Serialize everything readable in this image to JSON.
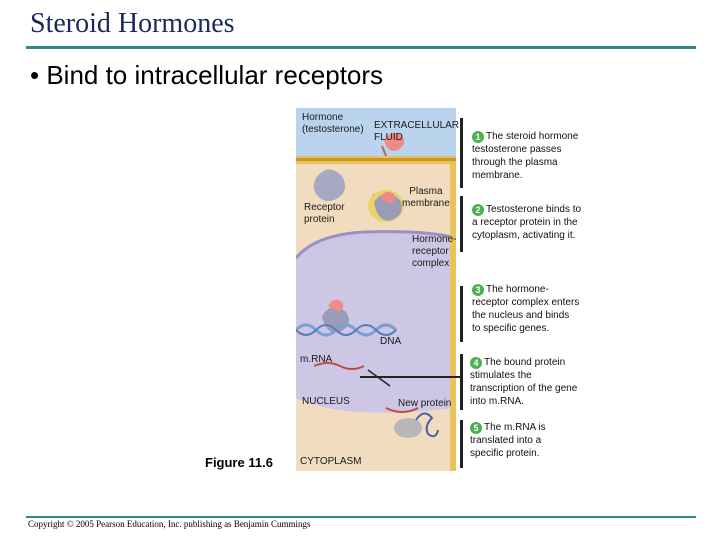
{
  "slide": {
    "title": "Steroid Hormones",
    "bullet": "• Bind to intracellular receptors",
    "figure_caption": "Figure 11.6",
    "copyright": "Copyright © 2005 Pearson Education, Inc. publishing as Benjamin Cummings"
  },
  "figure": {
    "labels": {
      "hormone": "Hormone\n(testosterone)",
      "extracellular": "EXTRACELLULAR\nFLUID",
      "receptor": "Receptor\nprotein",
      "plasma": "Plasma\nmembrane",
      "complex": "Hormone-\nreceptor\ncomplex",
      "dna": "DNA",
      "mrna": "m.RNA",
      "nucleus": "NUCLEUS",
      "new_protein": "New protein",
      "cytoplasm": "CYTOPLASM"
    }
  },
  "steps": [
    {
      "number": "1",
      "text": "The steroid hormone testosterone passes through the plasma membrane."
    },
    {
      "number": "2",
      "text": "Testosterone binds to a receptor protein in the cytoplasm, activating it."
    },
    {
      "number": "3",
      "text": "The hormone-receptor complex enters the nucleus and binds to specific genes."
    },
    {
      "number": "4",
      "text": "The bound protein stimulates the transcription of the gene into m.RNA."
    },
    {
      "number": "5",
      "text": "The m.RNA is translated into a specific protein."
    }
  ]
}
